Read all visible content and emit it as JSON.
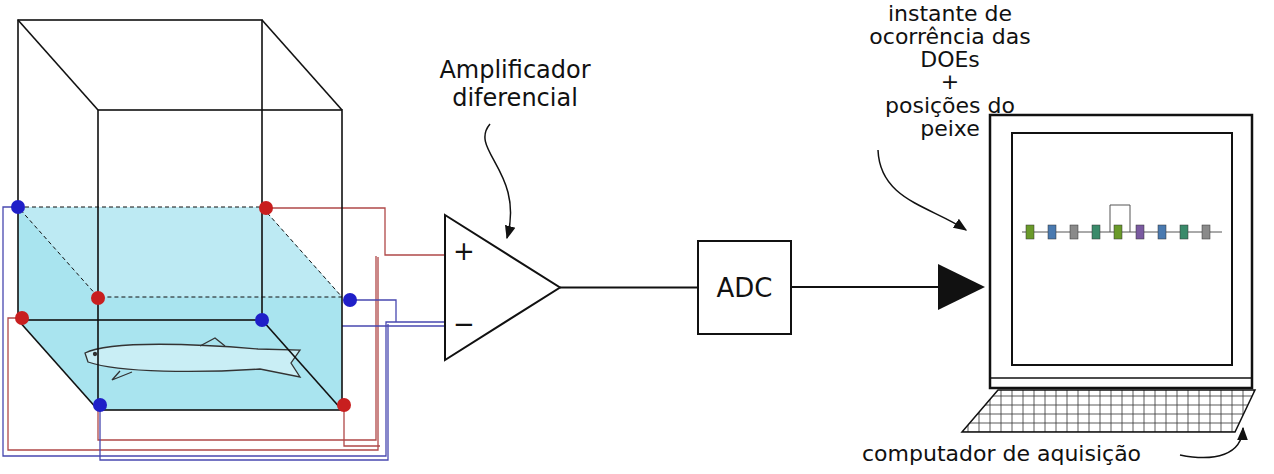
{
  "diagram": {
    "nodes": [
      {
        "text": [
          "+",
          "−"
        ]
      },
      {
        "text": [
          "ADC"
        ]
      }
    ],
    "edges": [
      {
        "from": 0,
        "to": 1,
        "arrow": "none"
      }
    ],
    "labels": [
      "Amplificador diferencial",
      "instante de ocorrência das DOEs",
      "+",
      "posições do peixe",
      "computador de aquisição"
    ]
  }
}
